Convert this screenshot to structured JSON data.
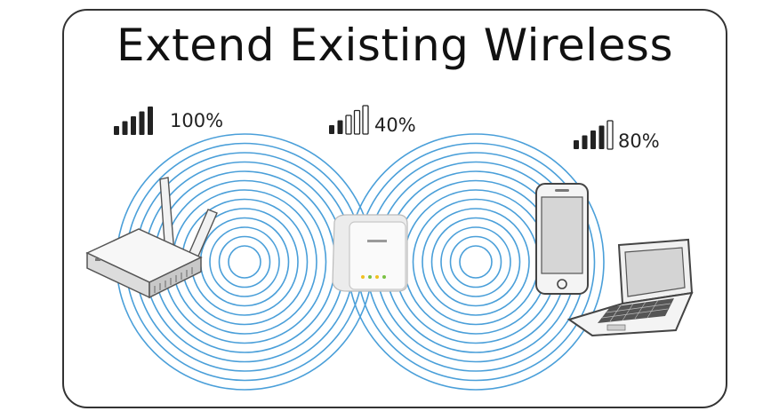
{
  "title": "Extend Existing Wireless",
  "colors": {
    "wave": "#4a9fd9",
    "frame": "#333333",
    "signal_bar": "#222222",
    "extender_led": "#f0c020"
  },
  "signals": [
    {
      "device": "router",
      "label": "100%",
      "level": 1.0
    },
    {
      "device": "extender",
      "label": "40%",
      "level": 0.4
    },
    {
      "device": "client",
      "label": "80%",
      "level": 0.8
    }
  ],
  "devices": {
    "router_icon": "wifi-router-icon",
    "extender_icon": "range-extender-icon",
    "phone_icon": "smartphone-icon",
    "laptop_icon": "laptop-icon"
  }
}
